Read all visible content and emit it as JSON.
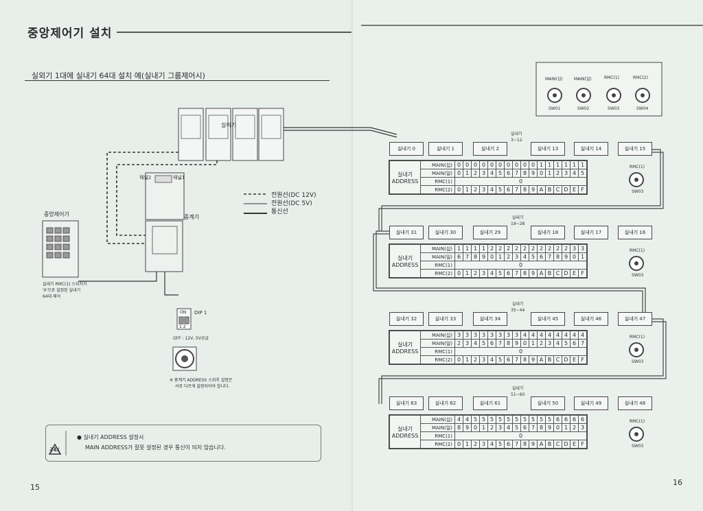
{
  "left_page": {
    "title": "중앙제어기 설치",
    "subtitle": "실외기 1대에 실내기 64대 설치 예(실내기 그룹제어시)",
    "outdoor_label": "실외기",
    "channel2": "채널2",
    "channel1": "채널1",
    "repeater_label": "중계기",
    "controller_label": "중앙제어기",
    "controller_note": [
      "실내기 RMC(1) 스위치가",
      "'0'으로 설정된 실내기",
      "64대 제어"
    ],
    "legend": [
      {
        "style": "dashed",
        "label": "전원선(DC 12V)"
      },
      {
        "style": "thin",
        "label": "전원선(DC 5V)"
      },
      {
        "style": "thick",
        "label": "통신선"
      }
    ],
    "dip_label": "DIP 1",
    "dip_on": "ON",
    "dip_nums": "1 2",
    "dip_note": "OFF : 12V, 5V공급",
    "switch_note": [
      "※ 중계기 ADDRESS 스위치 설정은",
      "서로 다르게 설정되어야 합니다."
    ],
    "caution_title": "주의",
    "caution_line1": "● 실내기 ADDRESS 설정시",
    "caution_line2": "MAIN ADDRESS가 잘못 설정된 경우 통신이 되지 않습니다.",
    "page_number": "15"
  },
  "right_page": {
    "page_number": "16",
    "switch_box": {
      "labels": [
        "MAIN(십)",
        "MAIN(일)",
        "RMC(1)",
        "RMC(2)"
      ],
      "codes": [
        "SW01",
        "SW02",
        "SW03",
        "SW04"
      ]
    },
    "groups": [
      {
        "units": [
          "실내기 0",
          "실내기 1",
          "실내기 2",
          "실내기 13",
          "실내기 14",
          "실내기 15"
        ],
        "gap_note": [
          "실내기",
          "3~12"
        ],
        "main_ten": [
          "0",
          "0",
          "0",
          "0",
          "0",
          "0",
          "0",
          "0",
          "0",
          "0",
          "1",
          "1",
          "1",
          "1",
          "1",
          "1"
        ],
        "main_one": [
          "0",
          "1",
          "2",
          "3",
          "4",
          "5",
          "6",
          "7",
          "8",
          "9",
          "0",
          "1",
          "2",
          "3",
          "4",
          "5"
        ],
        "rmc1": "0",
        "rmc2": [
          "0",
          "1",
          "2",
          "3",
          "4",
          "5",
          "6",
          "7",
          "8",
          "9",
          "A",
          "B",
          "C",
          "D",
          "E",
          "F"
        ]
      },
      {
        "units": [
          "실내기 31",
          "실내기 30",
          "실내기 29",
          "실내기 18",
          "실내기 17",
          "실내기 16"
        ],
        "gap_note": [
          "실내기",
          "19~28"
        ],
        "main_ten": [
          "1",
          "1",
          "1",
          "1",
          "2",
          "2",
          "2",
          "2",
          "2",
          "2",
          "2",
          "2",
          "2",
          "2",
          "3",
          "3"
        ],
        "main_one": [
          "6",
          "7",
          "8",
          "9",
          "0",
          "1",
          "2",
          "3",
          "4",
          "5",
          "6",
          "7",
          "8",
          "9",
          "0",
          "1"
        ],
        "rmc1": "0",
        "rmc2": [
          "0",
          "1",
          "2",
          "3",
          "4",
          "5",
          "6",
          "7",
          "8",
          "9",
          "A",
          "B",
          "C",
          "D",
          "E",
          "F"
        ]
      },
      {
        "units": [
          "실내기 32",
          "실내기 33",
          "실내기 34",
          "실내기 45",
          "실내기 46",
          "실내기 47"
        ],
        "gap_note": [
          "실내기",
          "35~44"
        ],
        "main_ten": [
          "3",
          "3",
          "3",
          "3",
          "3",
          "3",
          "3",
          "3",
          "4",
          "4",
          "4",
          "4",
          "4",
          "4",
          "4",
          "4"
        ],
        "main_one": [
          "2",
          "3",
          "4",
          "5",
          "6",
          "7",
          "8",
          "9",
          "0",
          "1",
          "2",
          "3",
          "4",
          "5",
          "6",
          "7"
        ],
        "rmc1": "0",
        "rmc2": [
          "0",
          "1",
          "2",
          "3",
          "4",
          "5",
          "6",
          "7",
          "8",
          "9",
          "A",
          "B",
          "C",
          "D",
          "E",
          "F"
        ]
      },
      {
        "units": [
          "실내기 63",
          "실내기 62",
          "실내기 61",
          "실내기 50",
          "실내기 49",
          "실내기 48"
        ],
        "gap_note": [
          "실내기",
          "51~60"
        ],
        "main_ten": [
          "4",
          "4",
          "5",
          "5",
          "5",
          "5",
          "5",
          "5",
          "5",
          "5",
          "5",
          "5",
          "6",
          "6",
          "6",
          "6"
        ],
        "main_one": [
          "8",
          "9",
          "0",
          "1",
          "2",
          "3",
          "4",
          "5",
          "6",
          "7",
          "8",
          "9",
          "0",
          "1",
          "2",
          "3"
        ],
        "rmc1": "0",
        "rmc2": [
          "0",
          "1",
          "2",
          "3",
          "4",
          "5",
          "6",
          "7",
          "8",
          "9",
          "A",
          "B",
          "C",
          "D",
          "E",
          "F"
        ]
      }
    ],
    "row_labels": [
      "MAIN(십)",
      "MAIN(일)",
      "RMC(1)",
      "RMC(2)"
    ],
    "address_label": [
      "실내기",
      "ADDRESS"
    ],
    "rmc_side_label": "RMC(1)",
    "rmc_side_code": "SW03"
  }
}
